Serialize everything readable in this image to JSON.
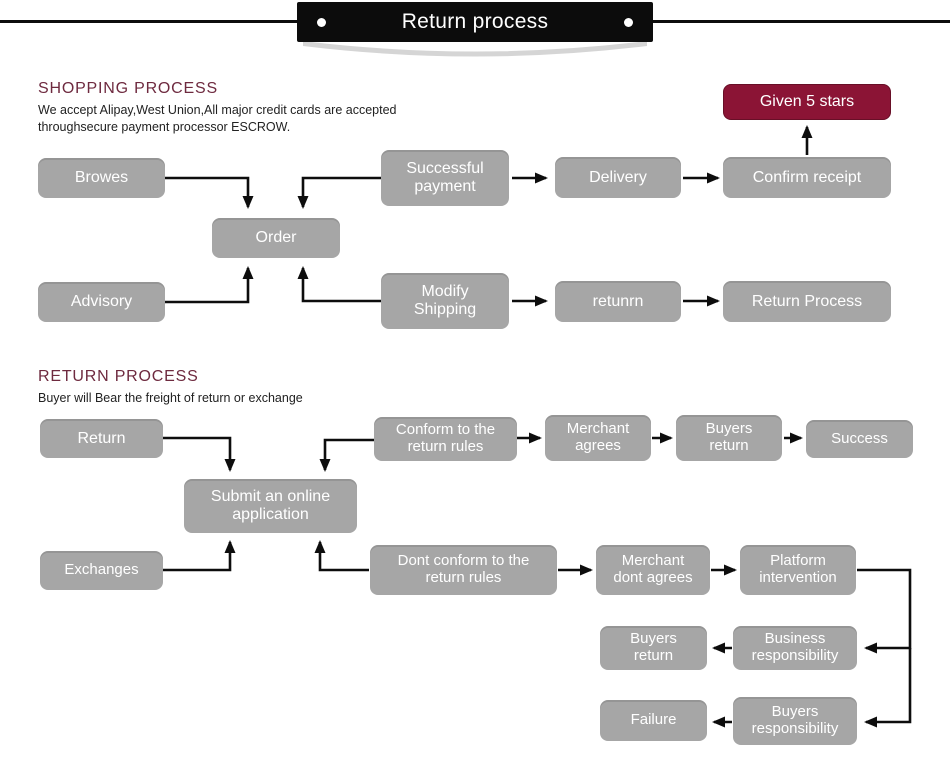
{
  "banner": {
    "title": "Return process"
  },
  "colors": {
    "banner_black": "#0c0c0c",
    "arrow_black": "#0d0d0d",
    "node_gray": "#a6a6a6",
    "accent_maroon": "#8b1435",
    "heading_maroon": "#6e2a3f"
  },
  "shopping": {
    "heading": "SHOPPING PROCESS",
    "subtext": "We accept Alipay,West Union,All major credit cards are accepted\nthroughsecure payment processor ESCROW.",
    "nodes": {
      "browes": "Browes",
      "order": "Order",
      "successful_payment": "Successful\npayment",
      "delivery": "Delivery",
      "confirm_receipt": "Confirm receipt",
      "given_5_stars": "Given 5 stars",
      "advisory": "Advisory",
      "modify_shipping": "Modify\nShipping",
      "retunrn": "retunrn",
      "return_process": "Return Process"
    }
  },
  "return": {
    "heading": "RETURN PROCESS",
    "subtext": "Buyer will Bear the freight of return or exchange",
    "nodes": {
      "return": "Return",
      "conform_rules": "Conform to the\nreturn rules",
      "merchant_agrees": "Merchant\nagrees",
      "buyers_return_top": "Buyers\nreturn",
      "success": "Success",
      "submit_application": "Submit an online\napplication",
      "exchanges": "Exchanges",
      "dont_conform_rules": "Dont conform to the\nreturn rules",
      "merchant_dont_agrees": "Merchant\ndont agrees",
      "platform_intervention": "Platform\nintervention",
      "buyers_return_bottom": "Buyers\nreturn",
      "business_responsibility": "Business\nresponsibility",
      "failure": "Failure",
      "buyers_responsibility": "Buyers\nresponsibility"
    }
  }
}
